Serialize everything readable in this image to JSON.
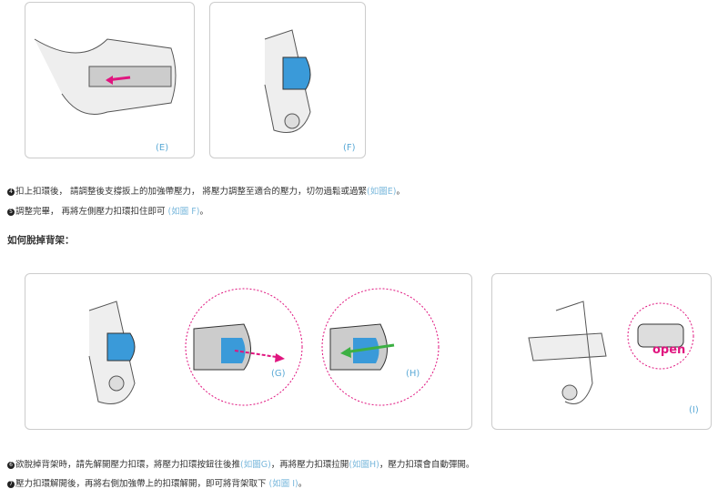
{
  "figures": {
    "e": "(E)",
    "f": "(F)",
    "g": "(G)",
    "h": "(H)",
    "i": "(I)",
    "open_label": "open"
  },
  "steps": [
    {
      "num": "4",
      "text": "扣上扣環後， 請調整後支撐扳上的加強帶壓力， 將壓力調整至適合的壓力，切勿過鬆或過緊",
      "ref": "(如圖E)",
      "end": "。"
    },
    {
      "num": "5",
      "text": "調整完畢， 再將左側壓力扣環扣住即可 ",
      "ref": "(如圖 F)",
      "end": "。"
    },
    {
      "num": "6",
      "text": "欲脫掉背架時，請先解開壓力扣環，將壓力扣環按鈕往後推",
      "ref": "(如圖G)",
      "mid": "，再將壓力扣環拉開",
      "ref2": "(如圖H)",
      "end": "，壓力扣環會自動彈開。"
    },
    {
      "num": "7",
      "text": "壓力扣環解開後，再將右側加強帶上的扣環解開，即可將背架取下 ",
      "ref": "(如圖 I)",
      "end": "。"
    }
  ],
  "heading": "如何脫掉背架：",
  "colors": {
    "accent": "#e0157f",
    "blue": "#3a9ad9",
    "green": "#3cb043"
  }
}
